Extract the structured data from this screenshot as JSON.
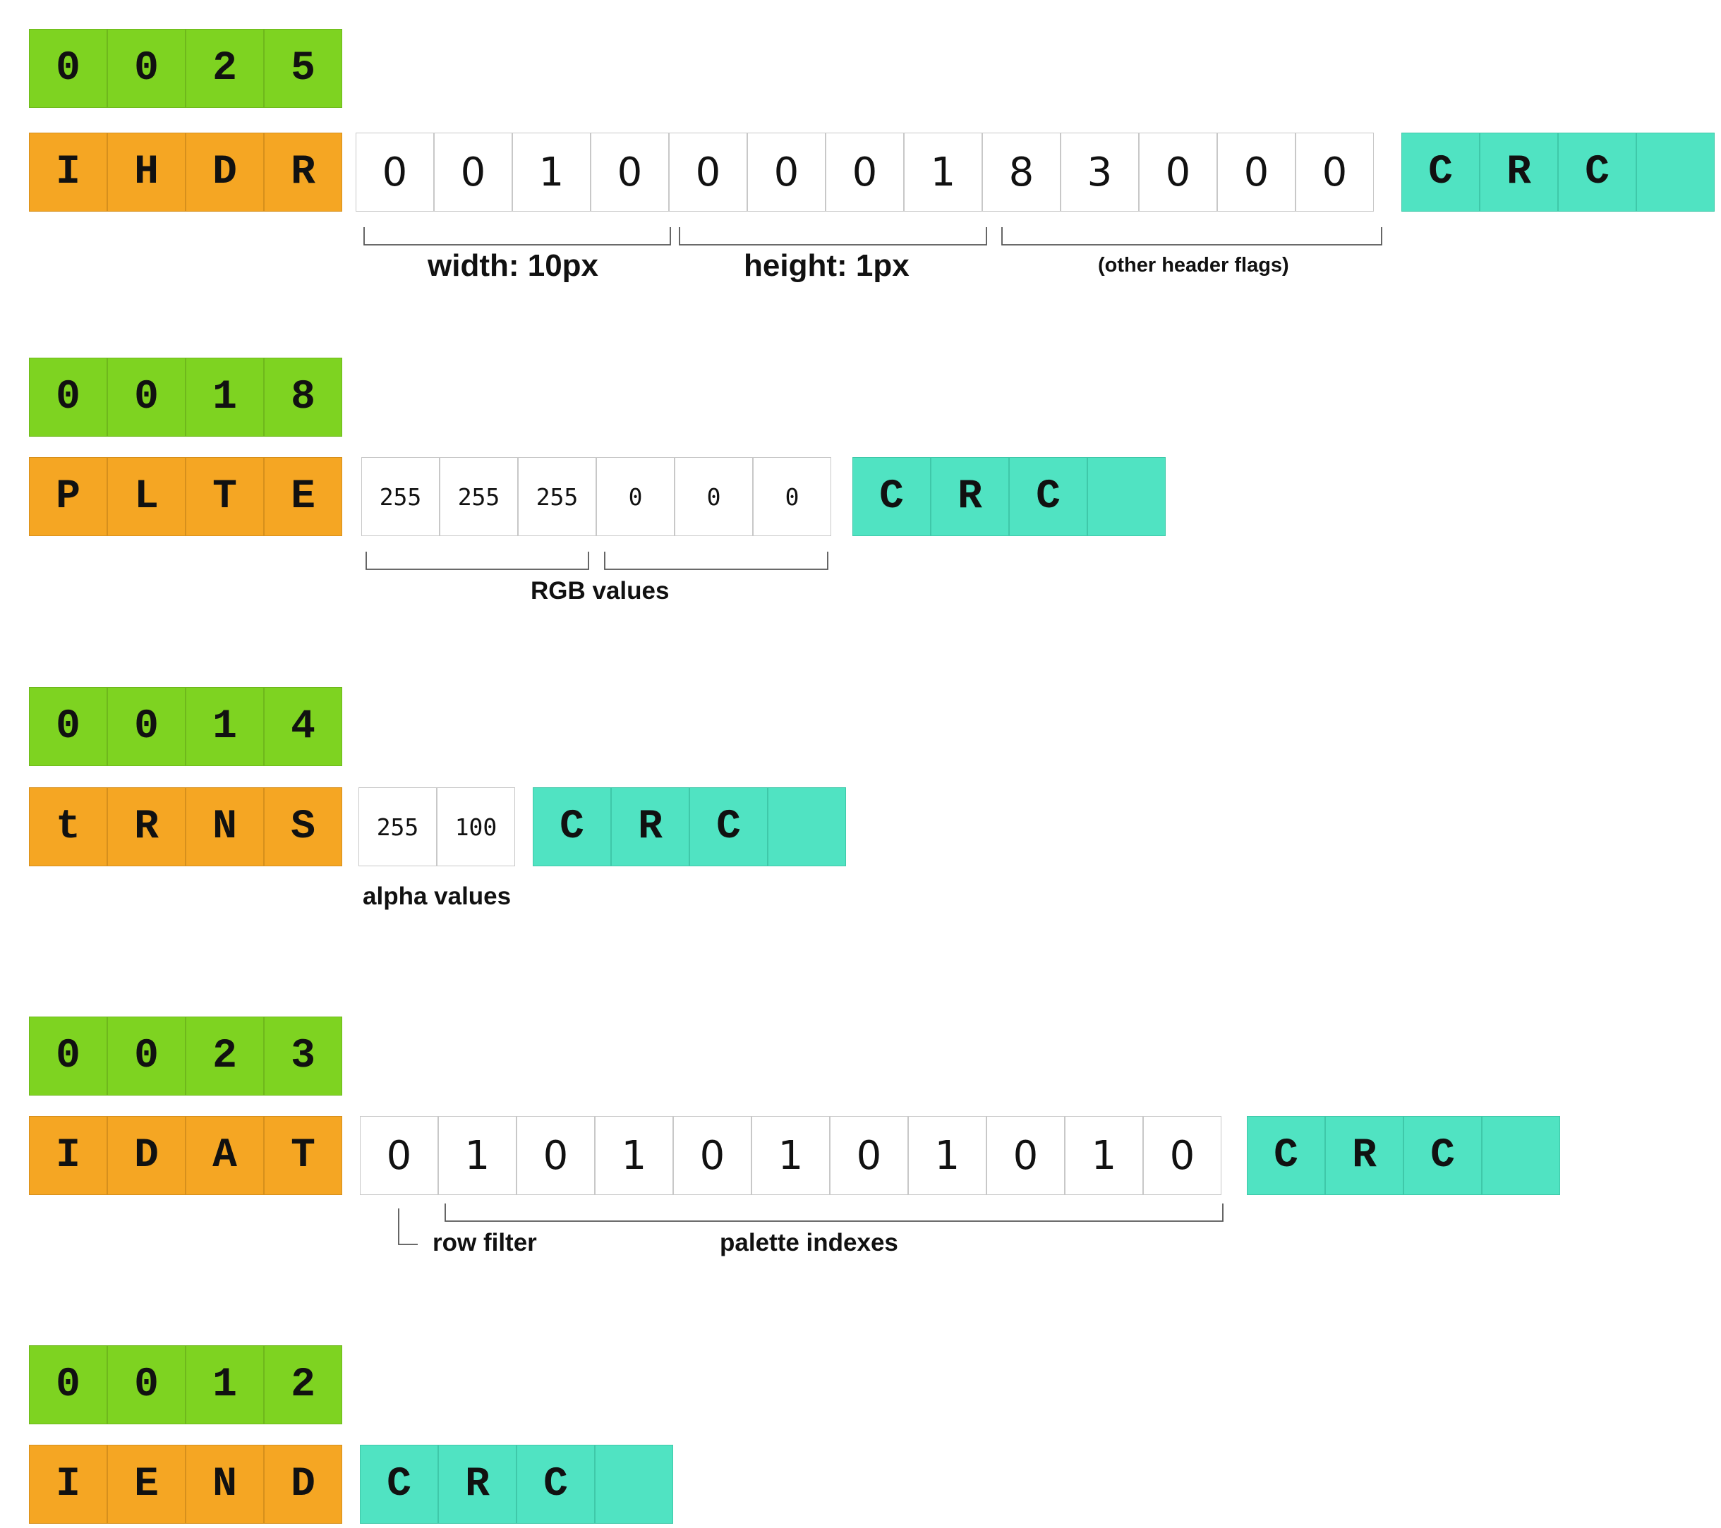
{
  "chunks": [
    {
      "id": "ihdr",
      "length": [
        "0",
        "0",
        "2",
        "5"
      ],
      "type": [
        "I",
        "H",
        "D",
        "R"
      ],
      "data": [
        "0",
        "0",
        "1",
        "0",
        "0",
        "0",
        "0",
        "1",
        "8",
        "3",
        "0",
        "0",
        "0"
      ],
      "crc": [
        "C",
        "R",
        "C",
        ""
      ]
    },
    {
      "id": "plte",
      "length": [
        "0",
        "0",
        "1",
        "8"
      ],
      "type": [
        "P",
        "L",
        "T",
        "E"
      ],
      "data": [
        "255",
        "255",
        "255",
        "0",
        "0",
        "0"
      ],
      "crc": [
        "C",
        "R",
        "C",
        ""
      ]
    },
    {
      "id": "trns",
      "length": [
        "0",
        "0",
        "1",
        "4"
      ],
      "type": [
        "t",
        "R",
        "N",
        "S"
      ],
      "data": [
        "255",
        "100"
      ],
      "crc": [
        "C",
        "R",
        "C",
        ""
      ]
    },
    {
      "id": "idat",
      "length": [
        "0",
        "0",
        "2",
        "3"
      ],
      "type": [
        "I",
        "D",
        "A",
        "T"
      ],
      "data": [
        "0",
        "1",
        "0",
        "1",
        "0",
        "1",
        "0",
        "1",
        "0",
        "1",
        "0"
      ],
      "crc": [
        "C",
        "R",
        "C",
        ""
      ]
    },
    {
      "id": "iend",
      "length": [
        "0",
        "0",
        "1",
        "2"
      ],
      "type": [
        "I",
        "E",
        "N",
        "D"
      ],
      "data": [],
      "crc": [
        "C",
        "R",
        "C",
        ""
      ]
    }
  ],
  "annotations": {
    "ihdr_width": "width: 10px",
    "ihdr_height": "height: 1px",
    "ihdr_flags": "(other header flags)",
    "plte_rgb": "RGB values",
    "trns_alpha": "alpha values",
    "idat_filter": "row filter",
    "idat_indexes": "palette indexes"
  },
  "colors": {
    "length": "#7ed321",
    "type": "#f5a623",
    "crc": "#50e3c2",
    "data": "#ffffff"
  }
}
